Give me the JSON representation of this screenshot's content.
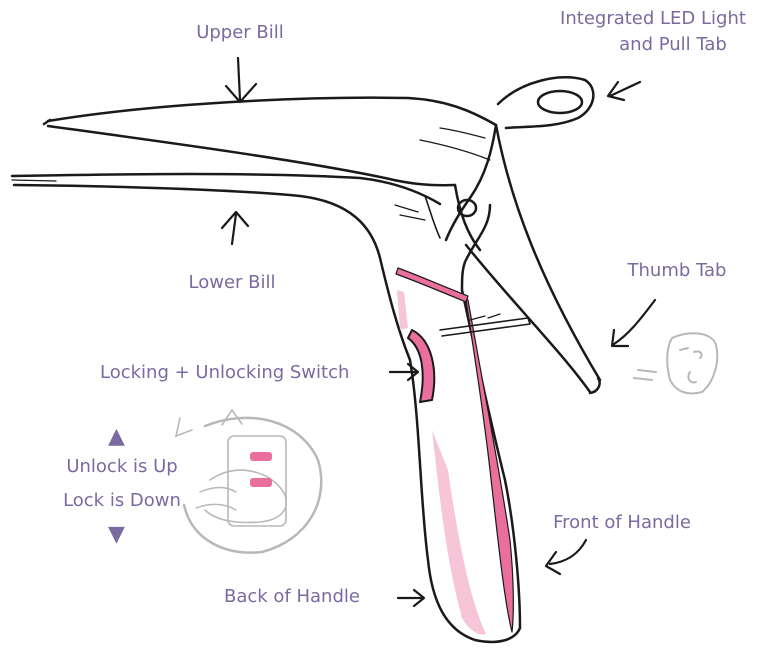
{
  "colors": {
    "label": "#7b6aa0",
    "ink": "#1a1a1a",
    "pink": "#ea6f9d",
    "pale_pink": "#f6c6d8",
    "gray": "#b8b8b8"
  },
  "labels": {
    "upper_bill": "Upper Bill",
    "led_light_line1": "Integrated LED Light",
    "led_light_line2": "and Pull Tab",
    "lower_bill": "Lower Bill",
    "thumb_tab": "Thumb Tab",
    "locking_switch": "Locking + Unlocking Switch",
    "unlock_up": "Unlock is Up",
    "lock_down": "Lock is Down",
    "front_handle": "Front of Handle",
    "back_handle": "Back of Handle"
  },
  "icons": {
    "up": "arrow-up-icon",
    "down": "arrow-down-icon"
  }
}
